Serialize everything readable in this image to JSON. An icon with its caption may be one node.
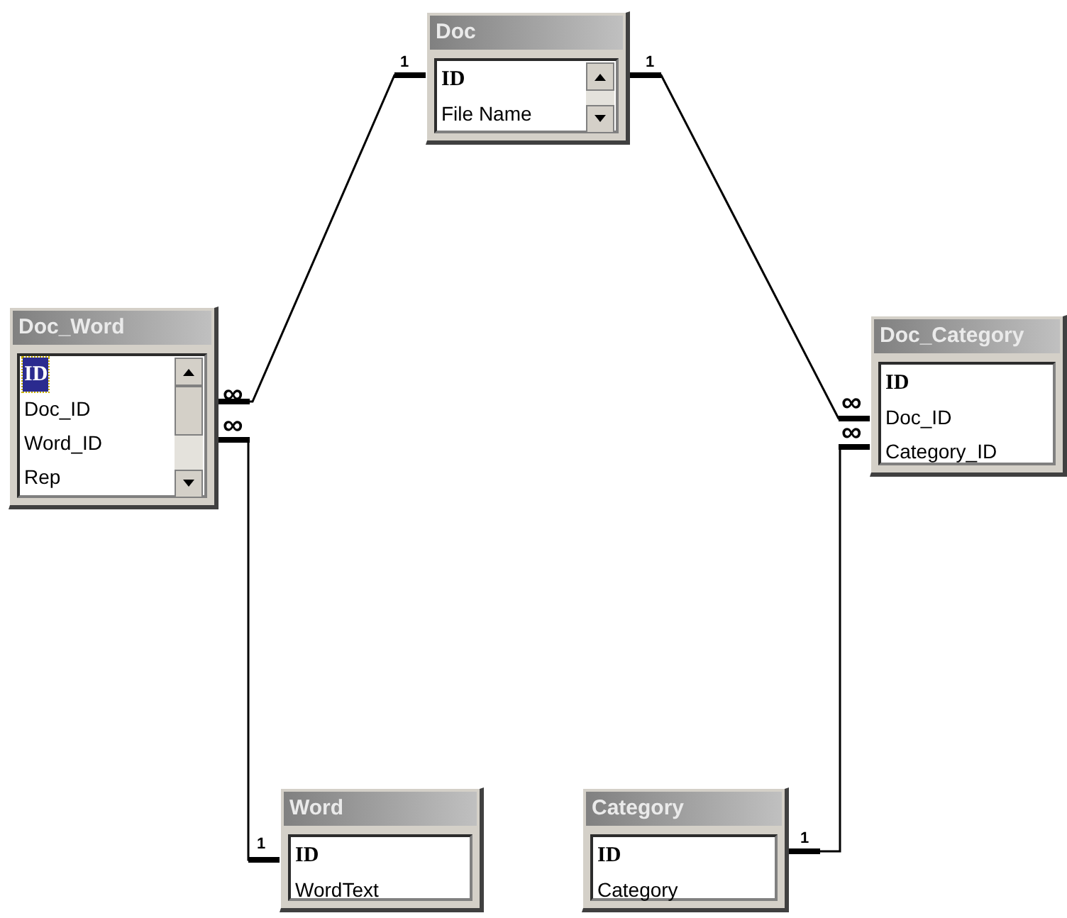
{
  "diagram": {
    "nodes": [
      {
        "text": [
          "Doc",
          "ID",
          "File Name"
        ]
      },
      {
        "text": [
          "Doc_Word",
          "ID",
          "Doc_ID",
          "Word_ID",
          "Rep"
        ]
      },
      {
        "text": [
          "Doc_Category",
          "ID",
          "Doc_ID",
          "Category_ID"
        ]
      },
      {
        "text": [
          "Word",
          "ID",
          "WordText"
        ]
      },
      {
        "text": [
          "Category",
          "ID",
          "Category"
        ]
      }
    ],
    "edges": [
      {
        "from": 0,
        "to": 1,
        "arrow": "other"
      },
      {
        "from": 0,
        "to": 2,
        "arrow": "other"
      },
      {
        "from": 3,
        "to": 1,
        "arrow": "other"
      },
      {
        "from": 4,
        "to": 2,
        "arrow": "other"
      }
    ],
    "labels": [
      "1",
      "1",
      "∞",
      "∞",
      "∞",
      "∞",
      "1",
      "1"
    ]
  }
}
